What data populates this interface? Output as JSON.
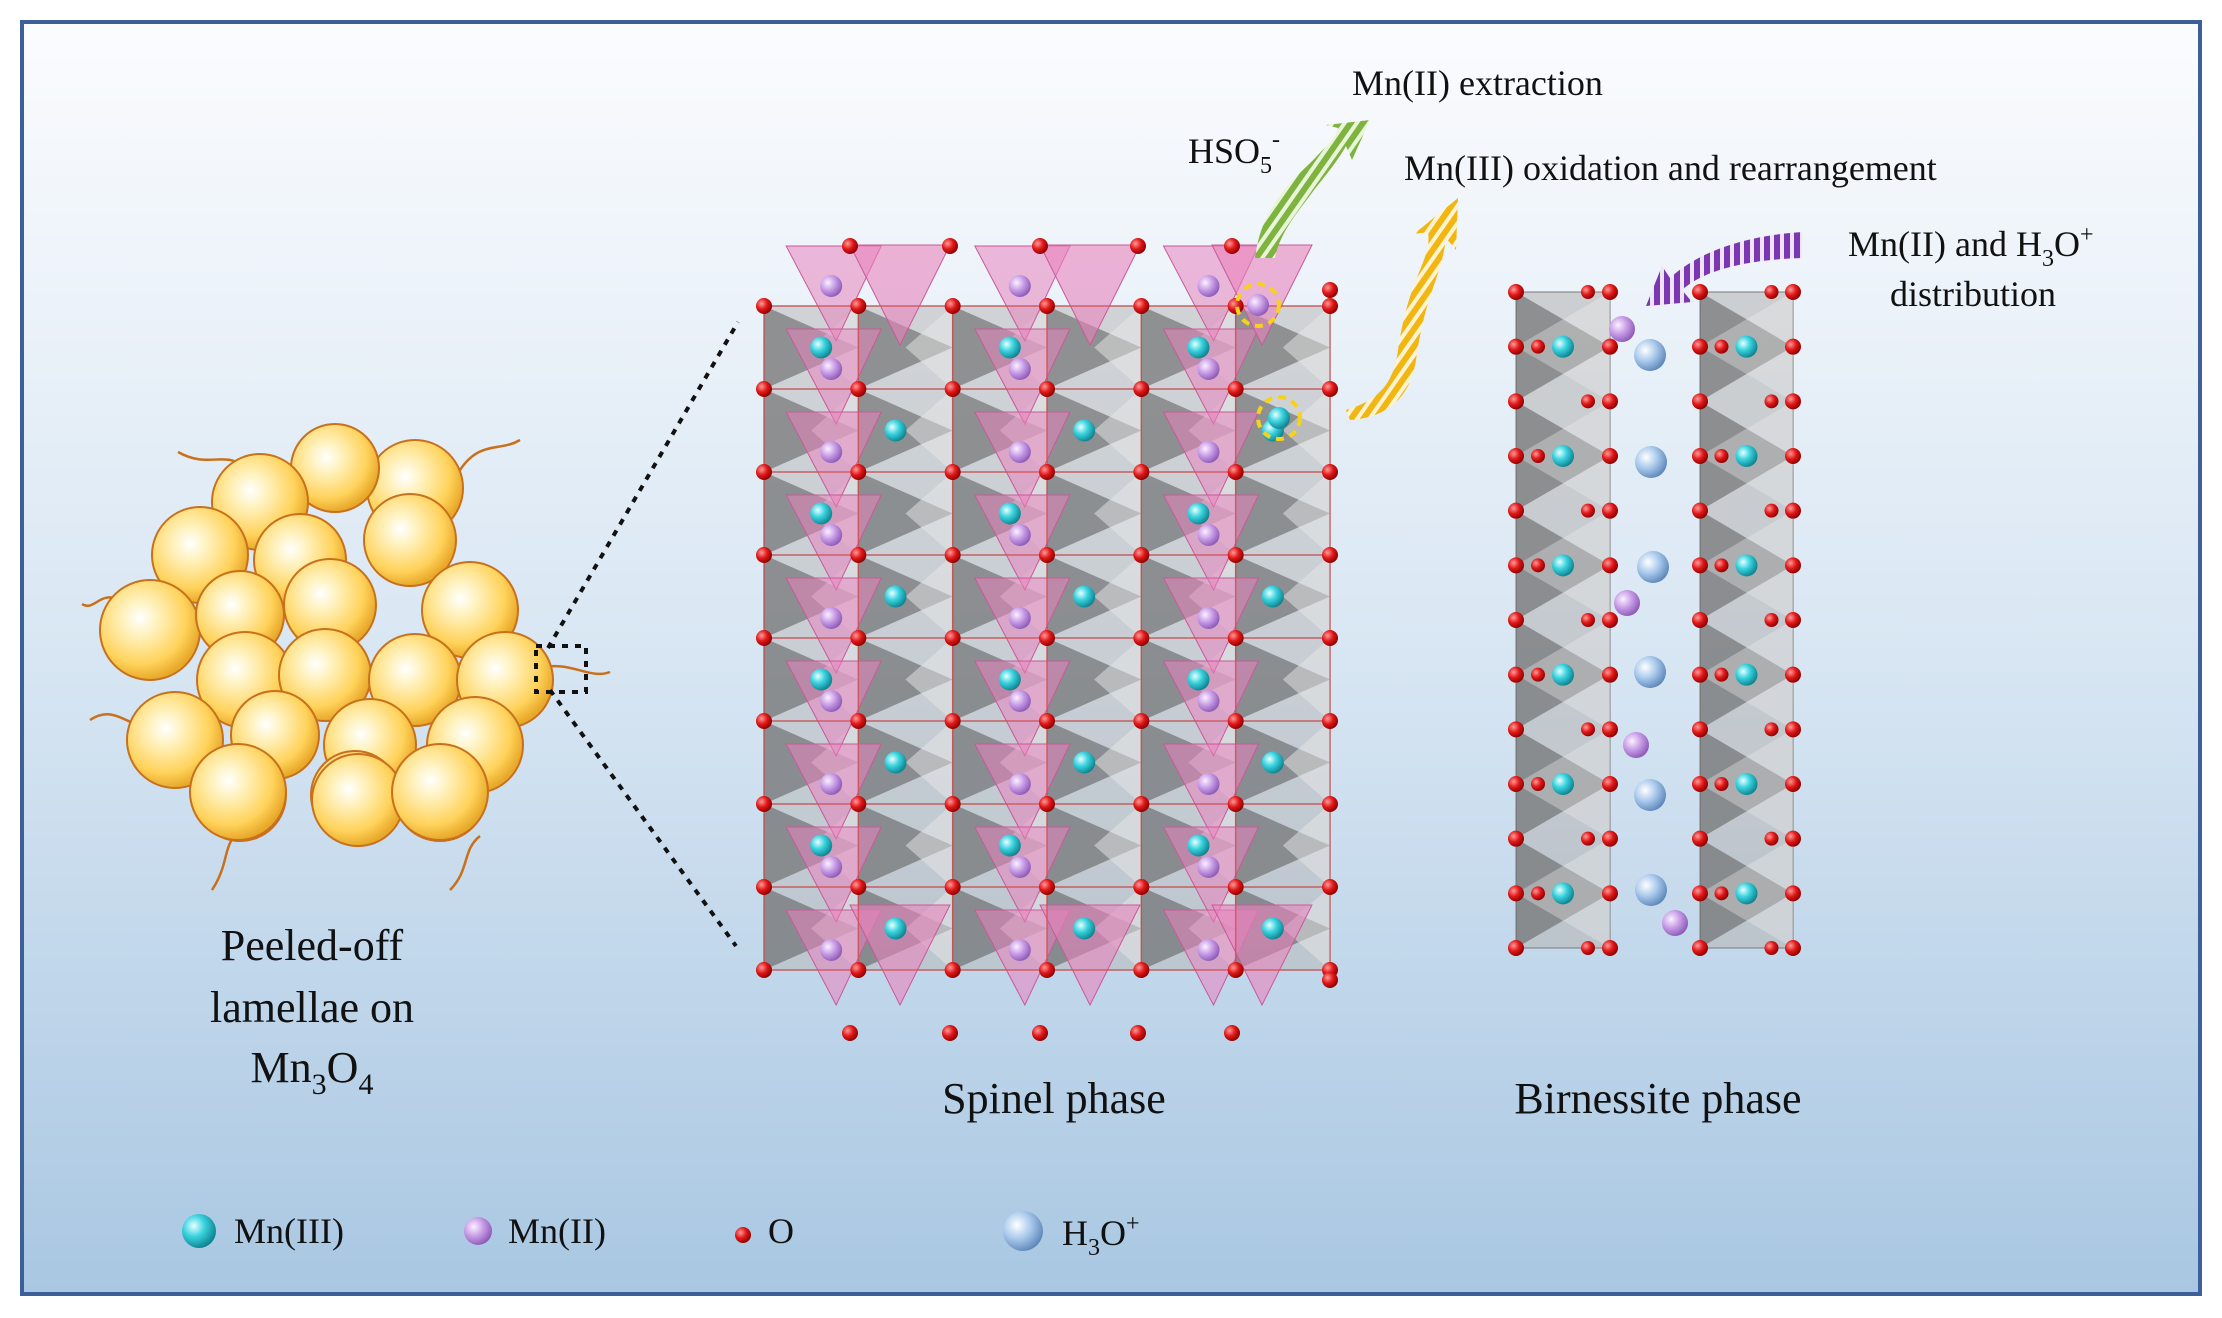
{
  "colors": {
    "frame": "#3d5f9a",
    "bg_top": "#fbfcfe",
    "bg_bottom": "#a9c7e2",
    "mn3": "#3ad3df",
    "mn2": "#c79be6",
    "oxygen": "#d90f0f",
    "h3o": "#a9c9ec",
    "particle": "#ffd25a",
    "fiber": "#c8701c",
    "green_arrow": "#7eb33f",
    "yellow_arrow": "#f2b613",
    "purple_arrow": "#7a37b0",
    "pink_tet": "#e884bd",
    "gray_oct": "#8a8a8a"
  },
  "labels": {
    "mn2_extraction": "Mn(II) extraction",
    "hso5": {
      "base": "HSO",
      "sub": "5",
      "sup": "-"
    },
    "mn3_oxidation": "Mn(III) oxidation and rearrangement",
    "mn2_h3o_line1": {
      "pre": "Mn(II) and H",
      "sub": "3",
      "post": "O",
      "sup": "+"
    },
    "mn2_h3o_line2": "distribution",
    "peeled_line1": "Peeled-off",
    "peeled_line2": "lamellae on",
    "mn3o4": {
      "a": "Mn",
      "s1": "3",
      "b": "O",
      "s2": "4"
    },
    "spinel": "Spinel phase",
    "birnessite": "Birnessite phase"
  },
  "legend": {
    "mn3": "Mn(III)",
    "mn2": "Mn(II)",
    "o": "O",
    "h3o": {
      "pre": "H",
      "sub": "3",
      "post": "O",
      "sup": "+"
    }
  }
}
